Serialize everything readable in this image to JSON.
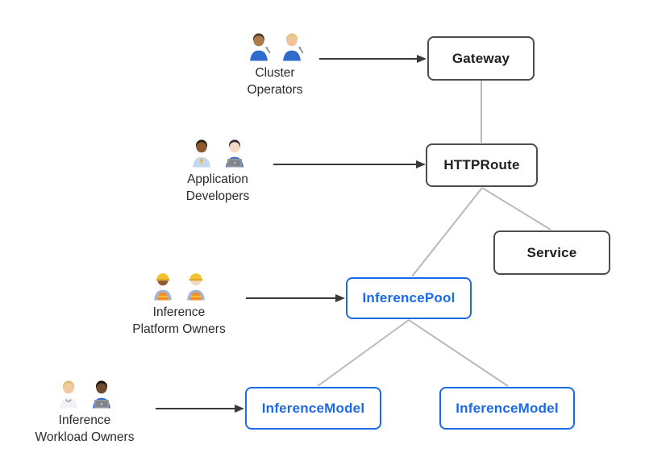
{
  "nodes": {
    "gateway": {
      "label": "Gateway",
      "kind": "core"
    },
    "httproute": {
      "label": "HTTPRoute",
      "kind": "core"
    },
    "service": {
      "label": "Service",
      "kind": "core"
    },
    "inference_pool": {
      "label": "InferencePool",
      "kind": "extension"
    },
    "inference_model_left": {
      "label": "InferenceModel",
      "kind": "extension"
    },
    "inference_model_right": {
      "label": "InferenceModel",
      "kind": "extension"
    }
  },
  "personas": {
    "cluster_operators": {
      "lines": [
        "Cluster",
        "Operators"
      ],
      "icons": [
        {
          "name": "man-mechanic-icon",
          "emoji": "👨🏽‍🔧",
          "skin": "#ab7b4f",
          "hair": "#54382a",
          "shirt": "#2f6bcc",
          "accessory": "wrench"
        },
        {
          "name": "woman-mechanic-icon",
          "emoji": "👩🏼‍🔧",
          "skin": "#f0c49d",
          "hair": "#e3c57c",
          "shirt": "#2f6bcc",
          "accessory": "wrench"
        }
      ]
    },
    "application_developers": {
      "lines": [
        "Application",
        "Developers"
      ],
      "icons": [
        {
          "name": "man-office-worker-icon",
          "emoji": "👨🏾‍💼",
          "skin": "#8a5a33",
          "hair": "#27201a",
          "shirt": "#c3d9f2",
          "accessory": "tie"
        },
        {
          "name": "woman-technologist-icon",
          "emoji": "👩🏻‍💻",
          "skin": "#f4d9c4",
          "hair": "#2d2d36",
          "shirt": "#3a6ed0",
          "accessory": "laptop"
        }
      ]
    },
    "inference_platform_owners": {
      "lines": [
        "Inference",
        "Platform Owners"
      ],
      "icons": [
        {
          "name": "woman-construction-worker-icon",
          "emoji": "👷🏾‍♀️",
          "skin": "#8a5a33",
          "hair": "#3a2a20",
          "shirt": "#9fb6d8",
          "accessory": "vest",
          "hat": "#f2c232"
        },
        {
          "name": "man-construction-worker-icon",
          "emoji": "👷🏻",
          "skin": "#f4d9c4",
          "hair": "#c9923d",
          "shirt": "#9fb6d8",
          "accessory": "vest",
          "hat": "#f2c232"
        }
      ]
    },
    "inference_workload_owners": {
      "lines": [
        "Inference",
        "Workload Owners"
      ],
      "icons": [
        {
          "name": "health-worker-icon",
          "emoji": "🧑🏼‍⚕️",
          "skin": "#f0c9a0",
          "hair": "#dec06e",
          "shirt": "#f0f2f4",
          "accessory": "stethoscope"
        },
        {
          "name": "man-technologist-icon",
          "emoji": "👨🏿‍💻",
          "skin": "#6e4a2f",
          "hair": "#17120e",
          "shirt": "#3a6ed0",
          "accessory": "laptop"
        }
      ]
    }
  },
  "colors": {
    "background": "#ffffff",
    "core_border": "#4d4d4d",
    "core_text": "#1f1f1f",
    "extension_accent": "#1b6ae8",
    "connector_line": "#b9b9b9",
    "arrow_line": "#3a3a3a",
    "persona_text": "#2b2b2b"
  }
}
